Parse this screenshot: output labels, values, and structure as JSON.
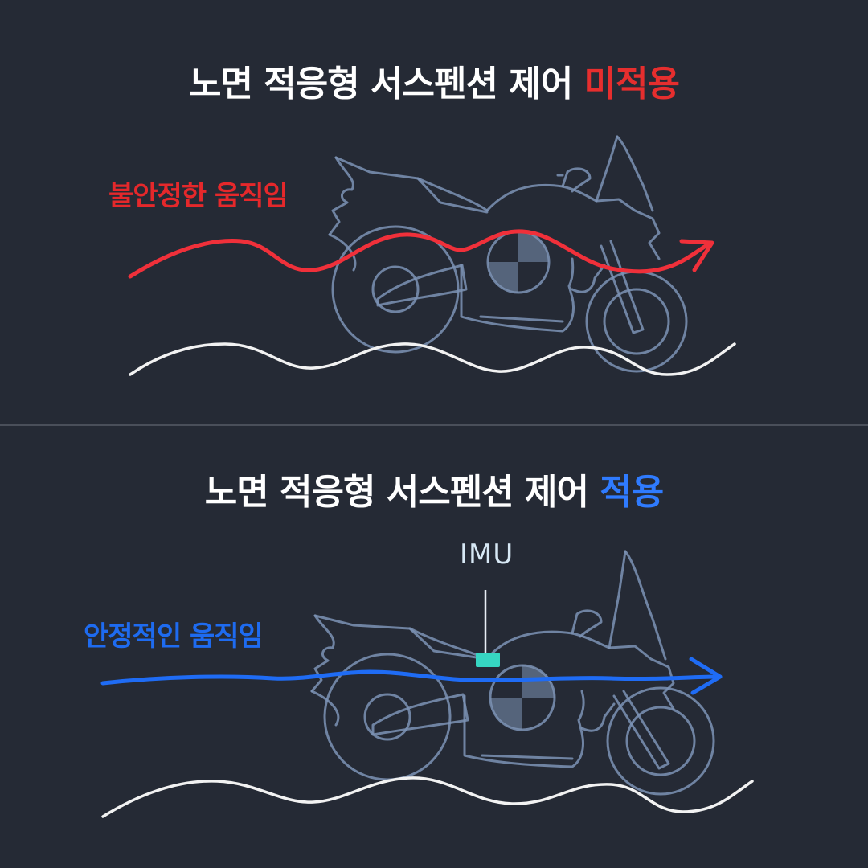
{
  "top_panel": {
    "title_main": "노면 적응형 서스펜션 제어 ",
    "title_accent": "미적용",
    "motion_label": "불안정한 움직임",
    "accent_color": "#e62e2e"
  },
  "bottom_panel": {
    "title_main": "노면 적응형 서스펜션 제어 ",
    "title_accent": "적용",
    "motion_label": "안정적인 움직임",
    "sensor_label": "IMU",
    "accent_color": "#2f7bff"
  },
  "colors": {
    "background": "#252a35",
    "bike_outline": "#7d93b5",
    "road_line": "#f2f2f2",
    "unstable_path": "#f0303a",
    "stable_path": "#1f6cf5",
    "imu_sensor": "#36d6c2"
  },
  "icons": [
    "motorcycle-outline",
    "center-of-gravity-icon",
    "arrow-right-icon",
    "imu-sensor-icon"
  ]
}
